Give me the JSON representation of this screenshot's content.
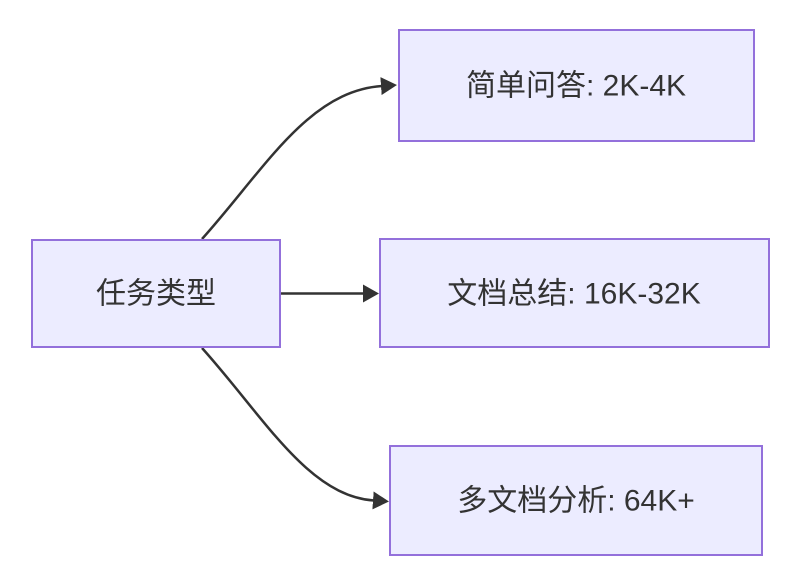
{
  "diagram": {
    "type": "flowchart-left-to-right",
    "root": {
      "id": "task-type",
      "label": "任务类型"
    },
    "branches": [
      {
        "id": "simple-qa",
        "label": "简单问答: 2K-4K"
      },
      {
        "id": "doc-summary",
        "label": "文档总结: 16K-32K"
      },
      {
        "id": "multi-doc",
        "label": "多文档分析: 64K+"
      }
    ],
    "edges": [
      {
        "from": "task-type",
        "to": "simple-qa"
      },
      {
        "from": "task-type",
        "to": "doc-summary"
      },
      {
        "from": "task-type",
        "to": "multi-doc"
      }
    ]
  },
  "colors": {
    "node_fill": "#ECECFF",
    "node_border": "#9370DB",
    "text": "#333333",
    "arrow": "#333333",
    "background": "#FFFFFF"
  }
}
